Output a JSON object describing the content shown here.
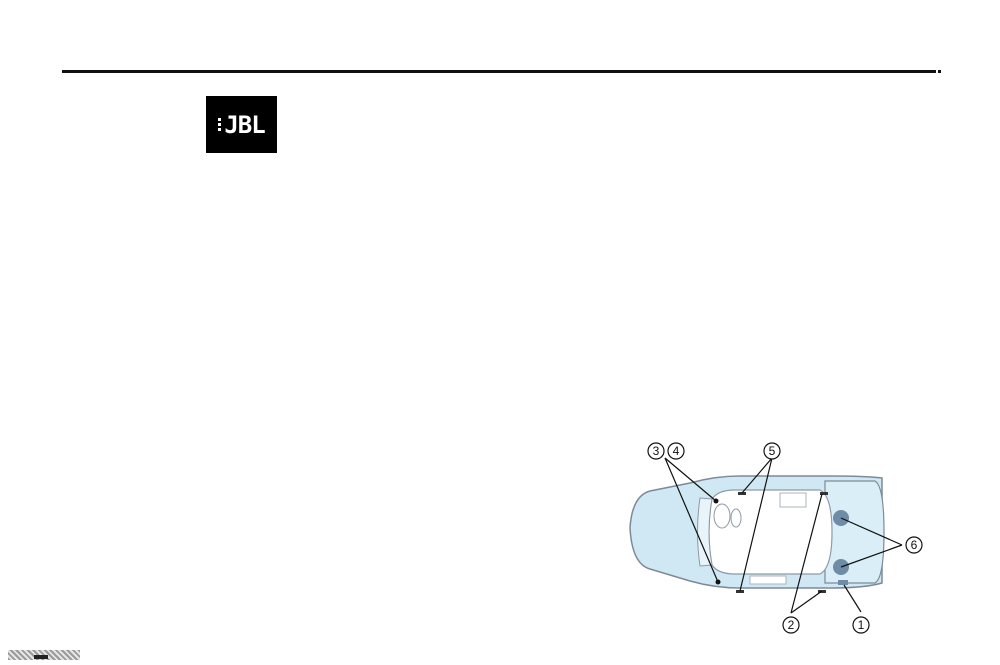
{
  "logo": {
    "brand_text": "JBL"
  },
  "diagram": {
    "callouts": [
      {
        "id": "c3",
        "label": "3"
      },
      {
        "id": "c4",
        "label": "4"
      },
      {
        "id": "c5",
        "label": "5"
      },
      {
        "id": "c6",
        "label": "6"
      },
      {
        "id": "c2",
        "label": "2"
      },
      {
        "id": "c1",
        "label": "1"
      }
    ],
    "colors": {
      "body": "#cfe8f3",
      "outline": "#7d8a96",
      "speaker": "#6f8ca6",
      "line": "#111111"
    }
  }
}
